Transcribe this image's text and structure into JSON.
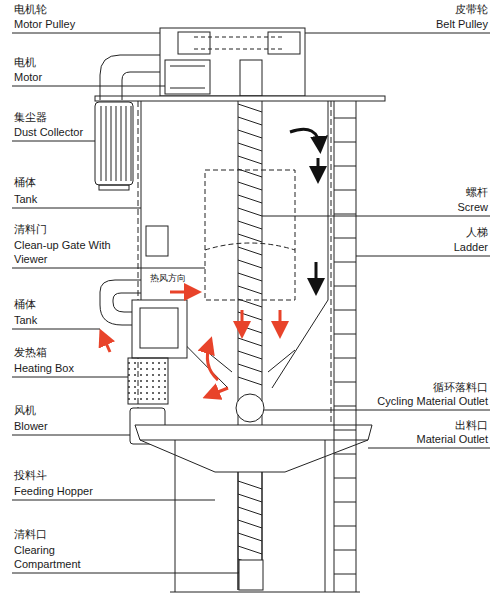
{
  "diagram": {
    "labels": [
      "电机轮",
      "Motor Pulley",
      "电机",
      "Motor",
      "集尘器",
      "Dust Collector",
      "桶体",
      "Tank",
      "清料门",
      "Clean-up Gate With Viewer",
      "桶体",
      "Tank",
      "发热箱",
      "Heating Box",
      "风机",
      "Blower",
      "投料斗",
      "Feeding Hopper",
      "清料口",
      "Clearing Compartment",
      "皮带轮",
      "Belt Pulley",
      "螺杆",
      "Screw",
      "人梯",
      "Ladder",
      "循环落料口",
      "Cycling Material Outlet",
      "出料口",
      "Material Outlet",
      "热风方向"
    ]
  }
}
